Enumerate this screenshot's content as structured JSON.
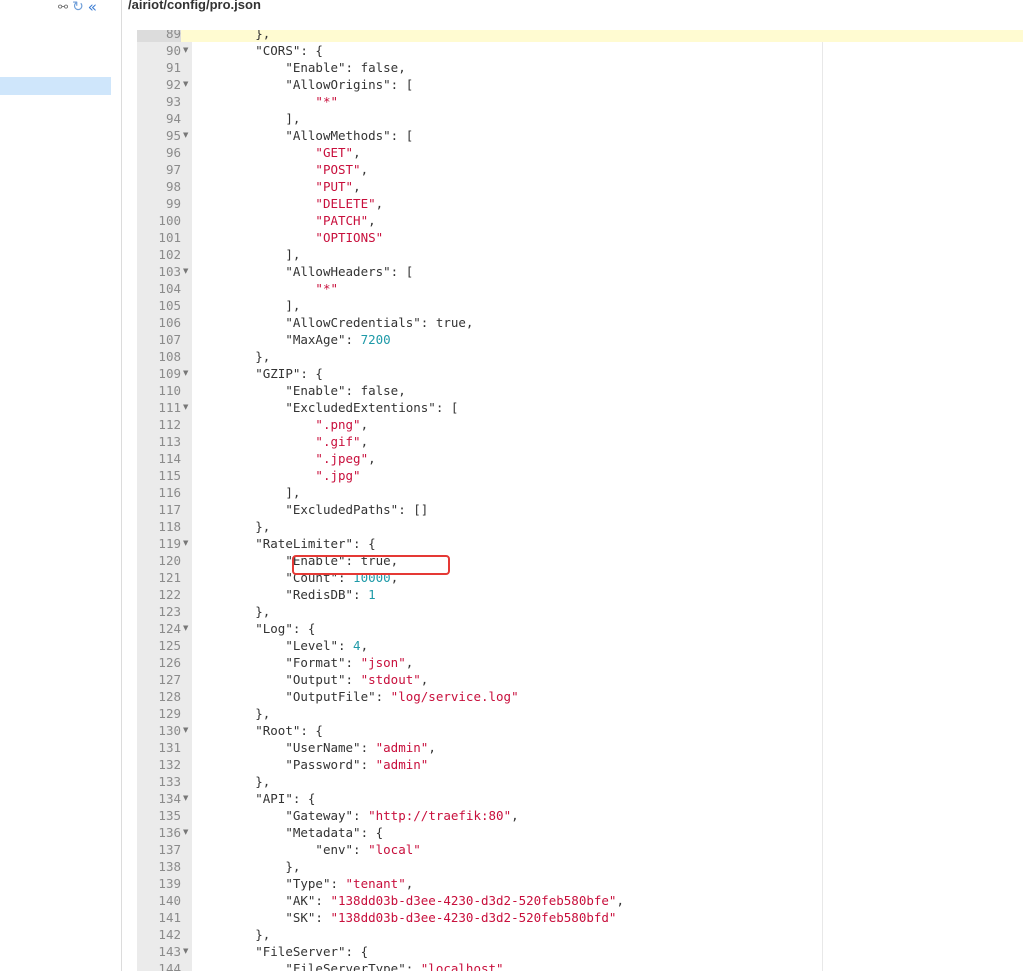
{
  "file_path": "/airiot/config/pro.json",
  "colors": {
    "string": "#c80f3c",
    "number": "#1f9aa8",
    "gutter_bg": "#ebebeb",
    "active_line": "#fffbd1",
    "selection": "#cfe6fb",
    "highlight_box": "#e53935"
  },
  "icons": [
    "tree-settings-icon",
    "refresh-icon",
    "collapse-left-icon"
  ],
  "editor": {
    "lines": [
      {
        "n": "89",
        "fold": false,
        "indent": 2,
        "t": [
          {
            "c": "},"
          }
        ]
      },
      {
        "n": "90",
        "fold": true,
        "indent": 2,
        "t": [
          {
            "c": "\"CORS\": {"
          }
        ]
      },
      {
        "n": "91",
        "fold": false,
        "indent": 3,
        "t": [
          {
            "c": "\"Enable\": false,"
          }
        ]
      },
      {
        "n": "92",
        "fold": true,
        "indent": 3,
        "t": [
          {
            "c": "\"AllowOrigins\": ["
          }
        ]
      },
      {
        "n": "93",
        "fold": false,
        "indent": 4,
        "t": [
          {
            "c": "\"*\"",
            "k": "s"
          }
        ]
      },
      {
        "n": "94",
        "fold": false,
        "indent": 3,
        "t": [
          {
            "c": "],"
          }
        ]
      },
      {
        "n": "95",
        "fold": true,
        "indent": 3,
        "t": [
          {
            "c": "\"AllowMethods\": ["
          }
        ]
      },
      {
        "n": "96",
        "fold": false,
        "indent": 4,
        "t": [
          {
            "c": "\"GET\"",
            "k": "s"
          },
          {
            "c": ","
          }
        ]
      },
      {
        "n": "97",
        "fold": false,
        "indent": 4,
        "t": [
          {
            "c": "\"POST\"",
            "k": "s"
          },
          {
            "c": ","
          }
        ]
      },
      {
        "n": "98",
        "fold": false,
        "indent": 4,
        "t": [
          {
            "c": "\"PUT\"",
            "k": "s"
          },
          {
            "c": ","
          }
        ]
      },
      {
        "n": "99",
        "fold": false,
        "indent": 4,
        "t": [
          {
            "c": "\"DELETE\"",
            "k": "s"
          },
          {
            "c": ","
          }
        ]
      },
      {
        "n": "100",
        "fold": false,
        "indent": 4,
        "t": [
          {
            "c": "\"PATCH\"",
            "k": "s"
          },
          {
            "c": ","
          }
        ]
      },
      {
        "n": "101",
        "fold": false,
        "indent": 4,
        "t": [
          {
            "c": "\"OPTIONS\"",
            "k": "s"
          }
        ]
      },
      {
        "n": "102",
        "fold": false,
        "indent": 3,
        "t": [
          {
            "c": "],"
          }
        ]
      },
      {
        "n": "103",
        "fold": true,
        "indent": 3,
        "t": [
          {
            "c": "\"AllowHeaders\": ["
          }
        ]
      },
      {
        "n": "104",
        "fold": false,
        "indent": 4,
        "t": [
          {
            "c": "\"*\"",
            "k": "s"
          }
        ]
      },
      {
        "n": "105",
        "fold": false,
        "indent": 3,
        "t": [
          {
            "c": "],"
          }
        ]
      },
      {
        "n": "106",
        "fold": false,
        "indent": 3,
        "t": [
          {
            "c": "\"AllowCredentials\": true,"
          }
        ]
      },
      {
        "n": "107",
        "fold": false,
        "indent": 3,
        "t": [
          {
            "c": "\"MaxAge\": "
          },
          {
            "c": "7200",
            "k": "n"
          }
        ]
      },
      {
        "n": "108",
        "fold": false,
        "indent": 2,
        "t": [
          {
            "c": "},"
          }
        ]
      },
      {
        "n": "109",
        "fold": true,
        "indent": 2,
        "t": [
          {
            "c": "\"GZIP\": {"
          }
        ]
      },
      {
        "n": "110",
        "fold": false,
        "indent": 3,
        "t": [
          {
            "c": "\"Enable\": false,"
          }
        ]
      },
      {
        "n": "111",
        "fold": true,
        "indent": 3,
        "t": [
          {
            "c": "\"ExcludedExtentions\": ["
          }
        ]
      },
      {
        "n": "112",
        "fold": false,
        "indent": 4,
        "t": [
          {
            "c": "\".png\"",
            "k": "s"
          },
          {
            "c": ","
          }
        ]
      },
      {
        "n": "113",
        "fold": false,
        "indent": 4,
        "t": [
          {
            "c": "\".gif\"",
            "k": "s"
          },
          {
            "c": ","
          }
        ]
      },
      {
        "n": "114",
        "fold": false,
        "indent": 4,
        "t": [
          {
            "c": "\".jpeg\"",
            "k": "s"
          },
          {
            "c": ","
          }
        ]
      },
      {
        "n": "115",
        "fold": false,
        "indent": 4,
        "t": [
          {
            "c": "\".jpg\"",
            "k": "s"
          }
        ]
      },
      {
        "n": "116",
        "fold": false,
        "indent": 3,
        "t": [
          {
            "c": "],"
          }
        ]
      },
      {
        "n": "117",
        "fold": false,
        "indent": 3,
        "t": [
          {
            "c": "\"ExcludedPaths\": []"
          }
        ]
      },
      {
        "n": "118",
        "fold": false,
        "indent": 2,
        "t": [
          {
            "c": "},"
          }
        ]
      },
      {
        "n": "119",
        "fold": true,
        "indent": 2,
        "t": [
          {
            "c": "\"RateLimiter\": {"
          }
        ]
      },
      {
        "n": "120",
        "fold": false,
        "indent": 3,
        "t": [
          {
            "c": "\"Enable\": true,"
          }
        ]
      },
      {
        "n": "121",
        "fold": false,
        "indent": 3,
        "t": [
          {
            "c": "\"Count\": "
          },
          {
            "c": "10000",
            "k": "n"
          },
          {
            "c": ","
          }
        ]
      },
      {
        "n": "122",
        "fold": false,
        "indent": 3,
        "t": [
          {
            "c": "\"RedisDB\": "
          },
          {
            "c": "1",
            "k": "n"
          }
        ]
      },
      {
        "n": "123",
        "fold": false,
        "indent": 2,
        "t": [
          {
            "c": "},"
          }
        ]
      },
      {
        "n": "124",
        "fold": true,
        "indent": 2,
        "t": [
          {
            "c": "\"Log\": {"
          }
        ]
      },
      {
        "n": "125",
        "fold": false,
        "indent": 3,
        "t": [
          {
            "c": "\"Level\": "
          },
          {
            "c": "4",
            "k": "n"
          },
          {
            "c": ","
          }
        ]
      },
      {
        "n": "126",
        "fold": false,
        "indent": 3,
        "t": [
          {
            "c": "\"Format\": "
          },
          {
            "c": "\"json\"",
            "k": "s"
          },
          {
            "c": ","
          }
        ]
      },
      {
        "n": "127",
        "fold": false,
        "indent": 3,
        "t": [
          {
            "c": "\"Output\": "
          },
          {
            "c": "\"stdout\"",
            "k": "s"
          },
          {
            "c": ","
          }
        ]
      },
      {
        "n": "128",
        "fold": false,
        "indent": 3,
        "t": [
          {
            "c": "\"OutputFile\": "
          },
          {
            "c": "\"log/service.log\"",
            "k": "s"
          }
        ]
      },
      {
        "n": "129",
        "fold": false,
        "indent": 2,
        "t": [
          {
            "c": "},"
          }
        ]
      },
      {
        "n": "130",
        "fold": true,
        "indent": 2,
        "t": [
          {
            "c": "\"Root\": {"
          }
        ]
      },
      {
        "n": "131",
        "fold": false,
        "indent": 3,
        "t": [
          {
            "c": "\"UserName\": "
          },
          {
            "c": "\"admin\"",
            "k": "s"
          },
          {
            "c": ","
          }
        ]
      },
      {
        "n": "132",
        "fold": false,
        "indent": 3,
        "t": [
          {
            "c": "\"Password\": "
          },
          {
            "c": "\"admin\"",
            "k": "s"
          }
        ]
      },
      {
        "n": "133",
        "fold": false,
        "indent": 2,
        "t": [
          {
            "c": "},"
          }
        ]
      },
      {
        "n": "134",
        "fold": true,
        "indent": 2,
        "t": [
          {
            "c": "\"API\": {"
          }
        ]
      },
      {
        "n": "135",
        "fold": false,
        "indent": 3,
        "t": [
          {
            "c": "\"Gateway\": "
          },
          {
            "c": "\"http://traefik:80\"",
            "k": "s"
          },
          {
            "c": ","
          }
        ]
      },
      {
        "n": "136",
        "fold": true,
        "indent": 3,
        "t": [
          {
            "c": "\"Metadata\": {"
          }
        ]
      },
      {
        "n": "137",
        "fold": false,
        "indent": 4,
        "t": [
          {
            "c": "\"env\": "
          },
          {
            "c": "\"local\"",
            "k": "s"
          }
        ]
      },
      {
        "n": "138",
        "fold": false,
        "indent": 3,
        "t": [
          {
            "c": "},"
          }
        ]
      },
      {
        "n": "139",
        "fold": false,
        "indent": 3,
        "t": [
          {
            "c": "\"Type\": "
          },
          {
            "c": "\"tenant\"",
            "k": "s"
          },
          {
            "c": ","
          }
        ]
      },
      {
        "n": "140",
        "fold": false,
        "indent": 3,
        "t": [
          {
            "c": "\"AK\": "
          },
          {
            "c": "\"138dd03b-d3ee-4230-d3d2-520feb580bfe\"",
            "k": "s"
          },
          {
            "c": ","
          }
        ]
      },
      {
        "n": "141",
        "fold": false,
        "indent": 3,
        "t": [
          {
            "c": "\"SK\": "
          },
          {
            "c": "\"138dd03b-d3ee-4230-d3d2-520feb580bfd\"",
            "k": "s"
          }
        ]
      },
      {
        "n": "142",
        "fold": false,
        "indent": 2,
        "t": [
          {
            "c": "},"
          }
        ]
      },
      {
        "n": "143",
        "fold": true,
        "indent": 2,
        "t": [
          {
            "c": "\"FileServer\": {"
          }
        ]
      },
      {
        "n": "144",
        "fold": false,
        "indent": 3,
        "t": [
          {
            "c": "\"FileServerType\": "
          },
          {
            "c": "\"localhost\"",
            "k": "s"
          }
        ]
      }
    ]
  }
}
